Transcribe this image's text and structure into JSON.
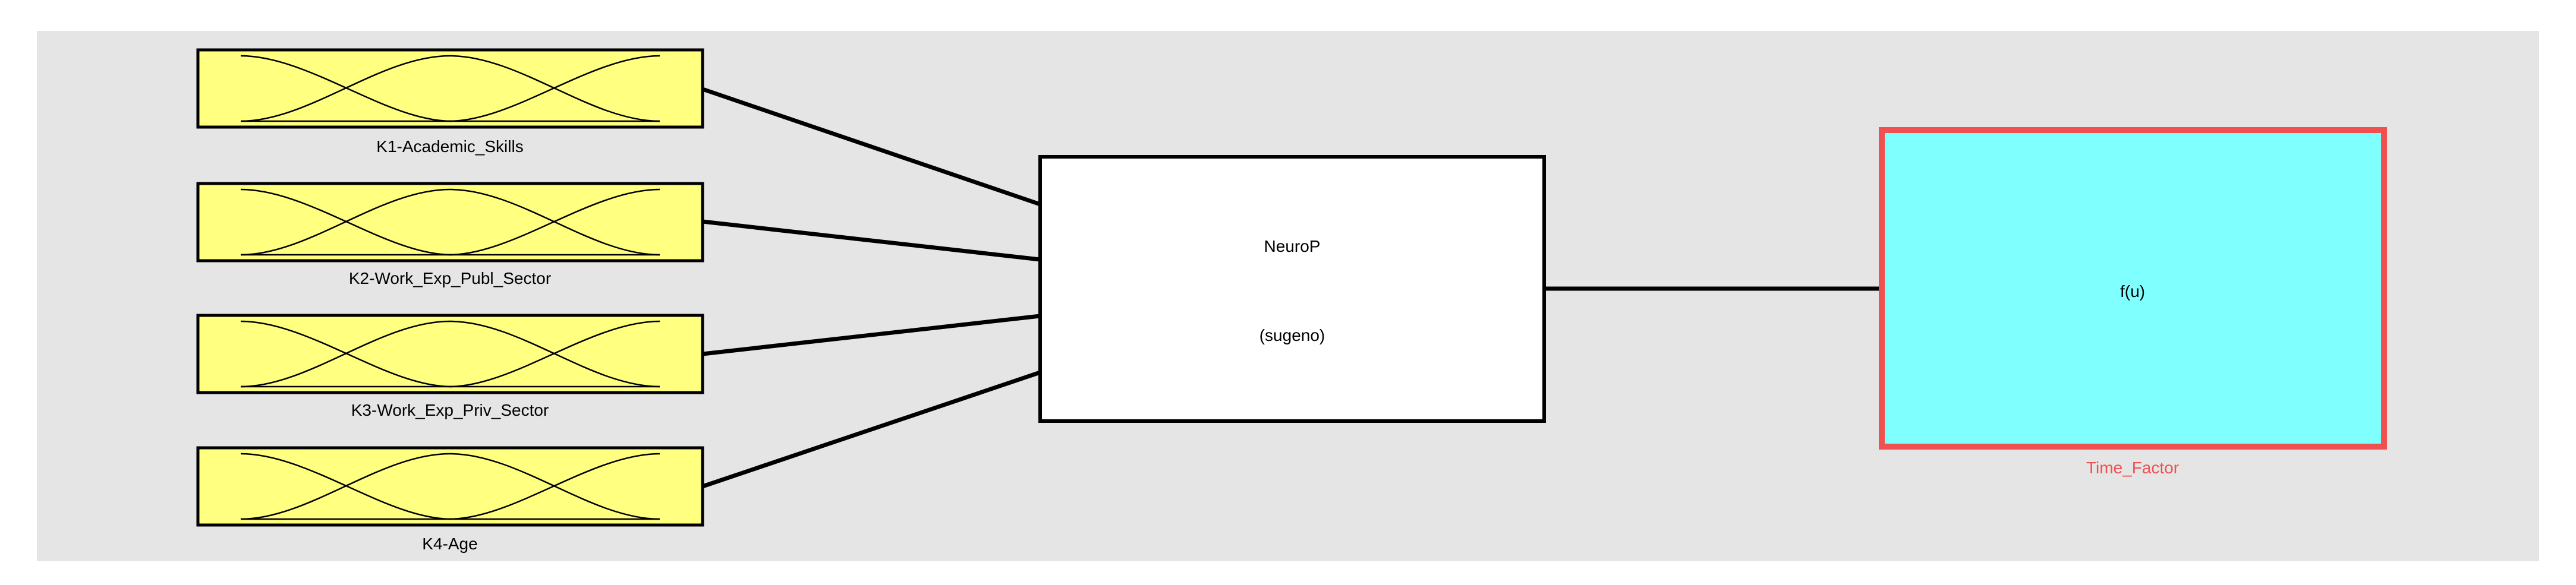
{
  "inputs": [
    {
      "label": "K1-Academic_Skills"
    },
    {
      "label": "K2-Work_Exp_Publ_Sector"
    },
    {
      "label": "K3-Work_Exp_Priv_Sector"
    },
    {
      "label": "K4-Age"
    }
  ],
  "rule_block": {
    "name": "NeuroP",
    "type": "(sugeno)"
  },
  "output": {
    "function": "f(u)",
    "label": "Time_Factor"
  },
  "colors": {
    "canvas": "#e5e5e5",
    "input_fill": "#ffff80",
    "output_fill": "#80ffff",
    "output_border": "#f05050",
    "output_label": "#f05050"
  }
}
